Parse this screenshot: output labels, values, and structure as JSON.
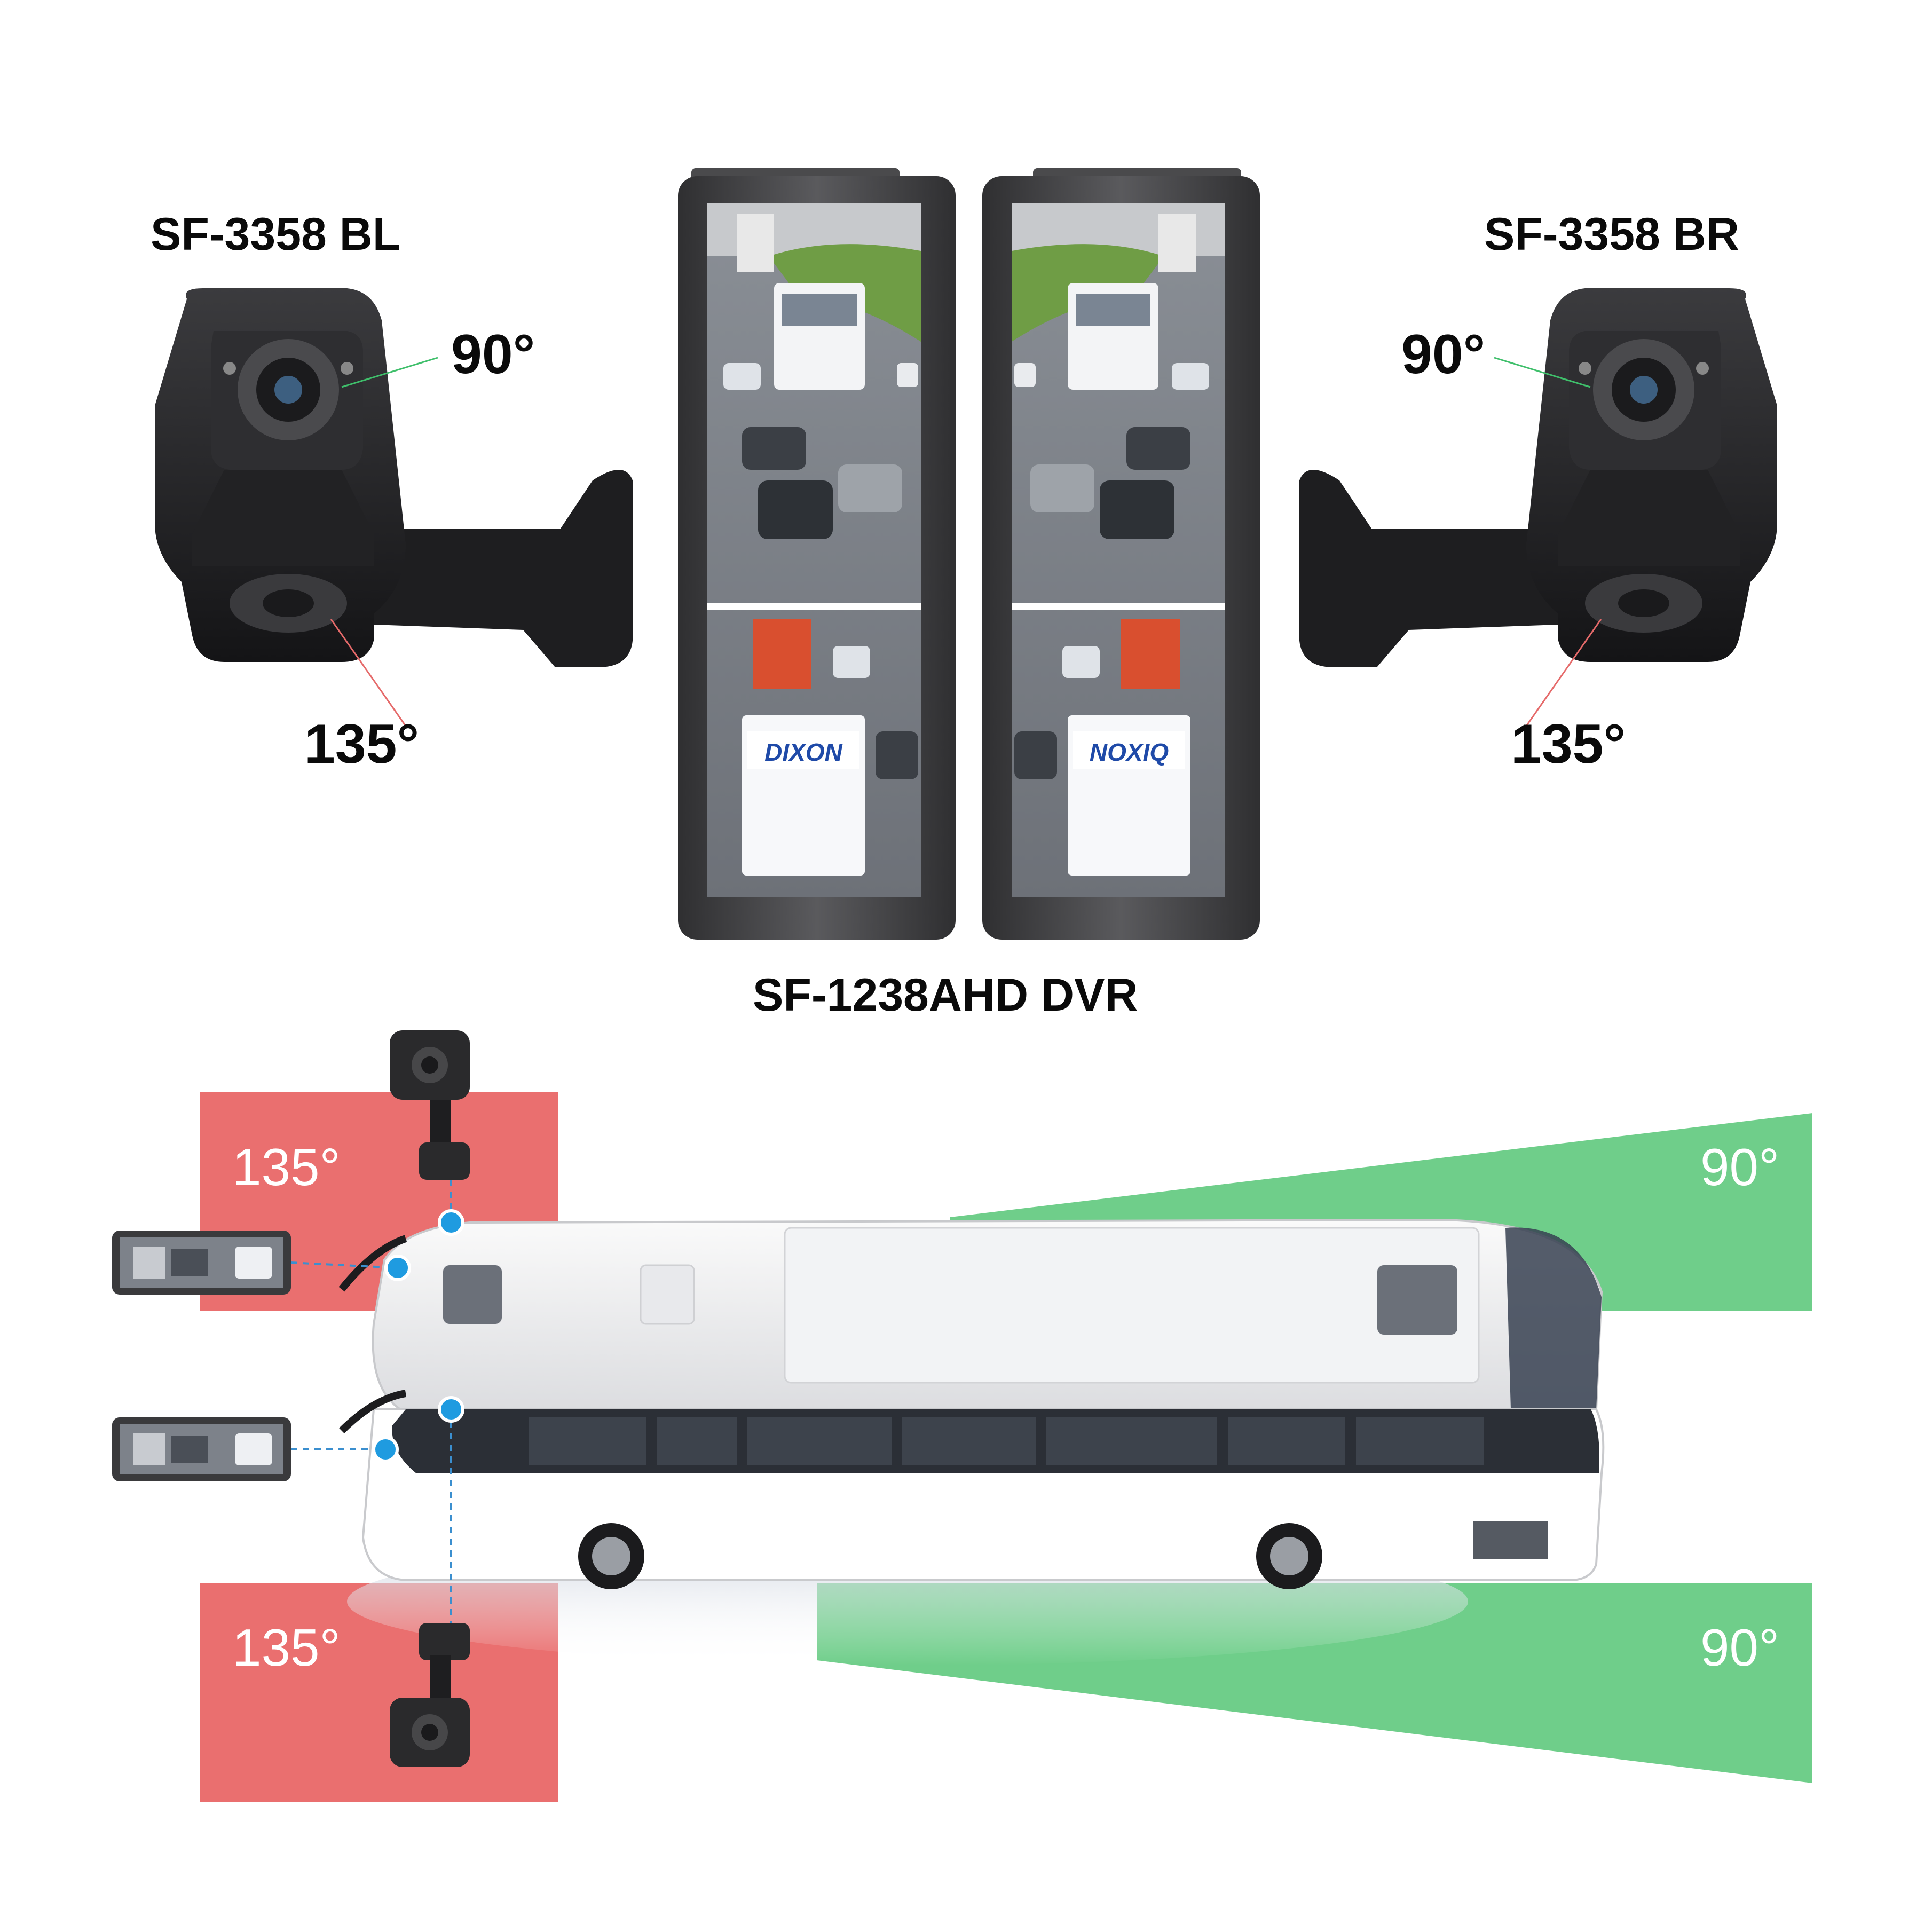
{
  "left_camera": {
    "model": "SF-3358 BL",
    "angle_top": "90°",
    "angle_bottom": "135°"
  },
  "right_camera": {
    "model": "SF-3358 BR",
    "angle_top": "90°",
    "angle_bottom": "135°"
  },
  "monitor": {
    "model": "SF-1238AHD DVR",
    "truck_text": "DIXON",
    "truck_text_mirrored": "NOXIQ"
  },
  "coverage": {
    "top_left_angle": "135°",
    "bottom_left_angle": "135°",
    "top_right_angle": "90°",
    "bottom_right_angle": "90°"
  },
  "colors": {
    "red_zone": "#ea6f6f",
    "green_zone": "#6fce8a",
    "marker": "#1f9be0",
    "camera_body": "#2a2a2c",
    "mirror_frame": "#3a3a3c"
  }
}
